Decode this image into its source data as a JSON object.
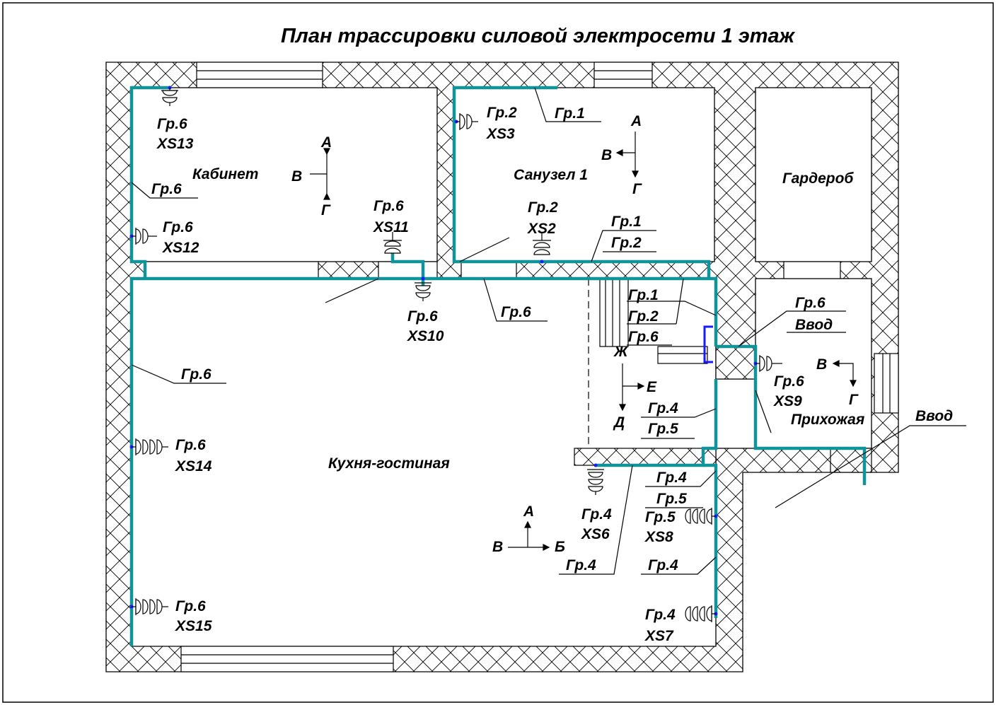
{
  "title": "План трассировки силовой электросети 1 этаж",
  "rooms": {
    "cabinet": "Кабинет",
    "bathroom": "Санузел 1",
    "wardrobe": "Гардероб",
    "kitchen": "Кухня-гостиная",
    "hall": "Прихожая"
  },
  "sockets": {
    "xs13": {
      "group": "Гр.6",
      "id": "XS13"
    },
    "xs12": {
      "group": "Гр.6",
      "id": "XS12"
    },
    "xs11": {
      "group": "Гр.6",
      "id": "XS11"
    },
    "xs10": {
      "group": "Гр.6",
      "id": "XS10"
    },
    "xs3": {
      "group": "Гр.2",
      "id": "XS3"
    },
    "xs2": {
      "group": "Гр.2",
      "id": "XS2"
    },
    "xs9": {
      "group": "Гр.6",
      "id": "XS9"
    },
    "xs14": {
      "group": "Гр.6",
      "id": "XS14"
    },
    "xs15": {
      "group": "Гр.6",
      "id": "XS15"
    },
    "xs6": {
      "group": "Гр.4",
      "id": "XS6"
    },
    "xs8": {
      "group": "Гр.5",
      "id": "XS8"
    },
    "xs7": {
      "group": "Гр.4",
      "id": "XS7"
    }
  },
  "leaders": {
    "cab_line": "Гр.6",
    "bath_top": "Гр.1",
    "bath_bottom": [
      "Гр.1",
      "Гр.2"
    ],
    "corridor": [
      "Гр.1",
      "Гр.2",
      "Гр.6"
    ],
    "kitchen_top": "Гр.6",
    "kitchen_left": "Гр.6",
    "hall_entry": [
      "Гр.6",
      "Ввод"
    ],
    "entry": "Ввод",
    "mid_45": [
      "Гр.4",
      "Гр.5"
    ],
    "right_45": [
      "Гр.4",
      "Гр.5"
    ],
    "gr4_a": "Гр.4",
    "gr4_b": "Гр.4"
  },
  "walls": {
    "cabinet": {
      "a": "А",
      "b": "В",
      "c": "Г"
    },
    "bathroom": {
      "a": "А",
      "b": "В",
      "c": "Г"
    },
    "corridor": {
      "a": "Ж",
      "b": "Е",
      "c": "Д"
    },
    "hall": {
      "a": "В",
      "b": "Г"
    },
    "kitchen": {
      "a": "А",
      "b": "В",
      "c": "Б"
    }
  },
  "colors": {
    "cable": "#11939a",
    "junction": "#1a1aff",
    "lines": "#000000"
  }
}
